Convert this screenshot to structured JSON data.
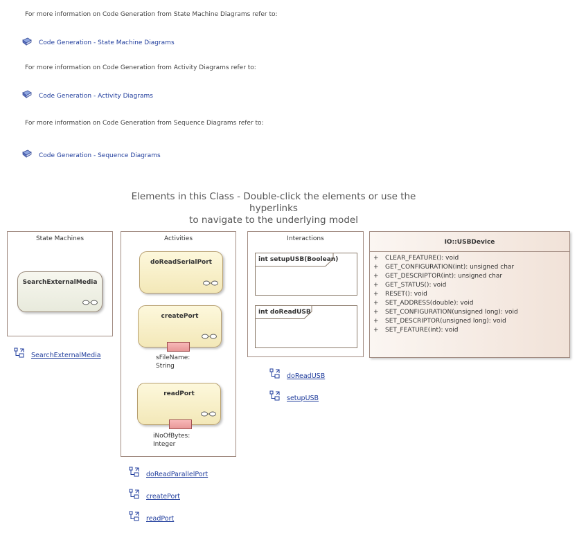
{
  "info_sections": [
    {
      "text": "For more information on Code Generation from State Machine Diagrams refer to:",
      "link": "Code Generation - State Machine Diagrams"
    },
    {
      "text": "For more information on Code Generation from Activity Diagrams refer to:",
      "link": "Code Generation - Activity Diagrams"
    },
    {
      "text": "For more information on Code Generation from Sequence Diagrams refer to:",
      "link": "Code Generation - Sequence Diagrams"
    }
  ],
  "heading": {
    "line1": "Elements in this Class - Double-click the elements or use the hyperlinks",
    "line2": "to navigate to the underlying model"
  },
  "state_machines": {
    "title": "State Machines",
    "state": "SearchExternalMedia",
    "links": [
      "SearchExternalMedia"
    ]
  },
  "activities": {
    "title": "Activities",
    "nodes": [
      "doReadSerialPort",
      "createPort",
      "readPort"
    ],
    "pins": [
      {
        "name": "sFileName:",
        "type": "String"
      },
      {
        "name": "iNoOfBytes:",
        "type": "Integer"
      }
    ],
    "links": [
      "doReadParallelPort",
      "createPort",
      "readPort"
    ]
  },
  "interactions": {
    "title": "Interactions",
    "frames": [
      "int setupUSB(Boolean)",
      "int doReadUSB"
    ],
    "links": [
      "doReadUSB",
      "setupUSB"
    ]
  },
  "class_box": {
    "title": "IO::USBDevice",
    "visibility": "+",
    "operations": [
      "CLEAR_FEATURE(): void",
      "GET_CONFIGURATION(int): unsigned char",
      "GET_DESCRIPTOR(int): unsigned char",
      "GET_STATUS(): void",
      "RESET(): void",
      "SET_ADDRESS(double): void",
      "SET_CONFIGURATION(unsigned long): void",
      "SET_DESCRIPTOR(unsigned long): void",
      "SET_FEATURE(int): void"
    ]
  },
  "icons": {
    "help": "help-book-icon",
    "diagram": "diagram-link-icon",
    "rake": "rake-icon"
  },
  "colors": {
    "link": "#1f3c9c",
    "activity_fill": "#f3e8b8",
    "state_fill": "#e8eadc",
    "pin_fill": "#e89898",
    "class_fill": "#f1e2d8"
  }
}
